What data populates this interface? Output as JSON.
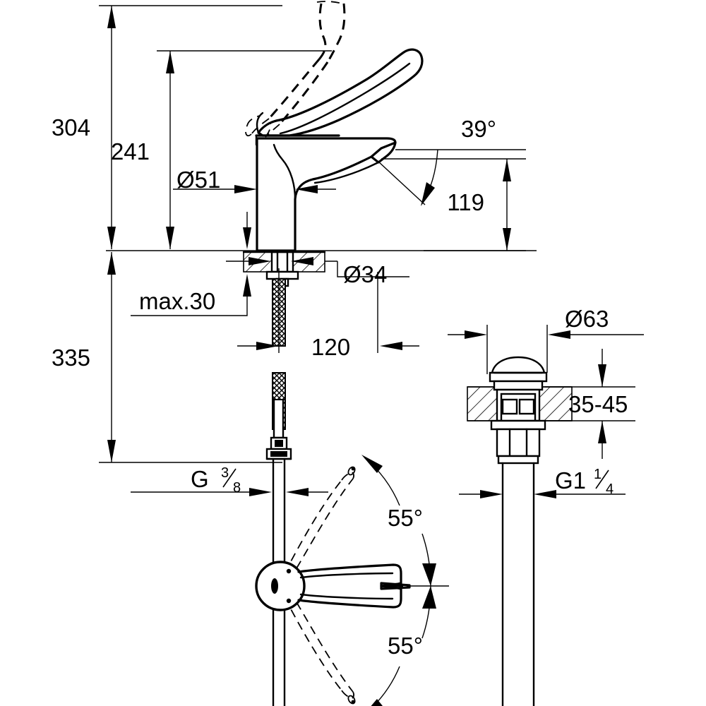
{
  "drawing": {
    "title": "Single-lever basin mixer technical dimension drawing",
    "units": "mm",
    "line_color": "#000000",
    "background_color": "#ffffff"
  },
  "dimensions": {
    "overall_height_above_deck": "304",
    "spout_height_to_lever_top": "241",
    "body_diameter": "Ø51",
    "base_diameter": "Ø34",
    "max_deck_thickness": "max.30",
    "below_deck_length": "335",
    "spout_reach": "120",
    "spout_outlet_height": "119",
    "spout_angle": "39°",
    "supply_thread": "G 3/8",
    "supply_thread_prefix": "G",
    "supply_thread_num": "3",
    "supply_thread_den": "8",
    "swivel_angle_upper": "55°",
    "swivel_angle_lower": "55°",
    "drain_cap_diameter": "Ø63",
    "drain_deck_range": "35-45",
    "drain_thread": "G 1 1/4",
    "drain_thread_prefix": "G1",
    "drain_thread_num": "1",
    "drain_thread_den": "4"
  },
  "views": {
    "main_elevation": "faucet-side-elevation",
    "drain_elevation": "pop-up-waste-section",
    "handle_plan": "lever-swivel-plan-view"
  }
}
